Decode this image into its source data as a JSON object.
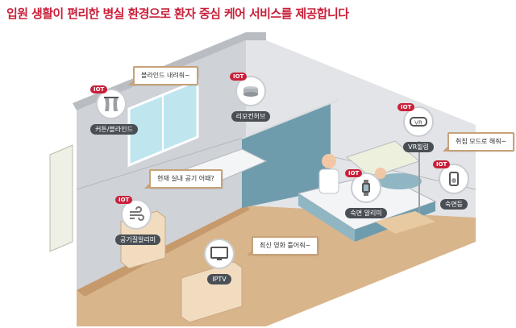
{
  "headline": "입원 생활이 편리한 병실 환경으로 환자 중심 케어 서비스를 제공합니다",
  "colors": {
    "accent": "#c9203a",
    "wall": "#cfd2d6",
    "floor": "#d9b58c",
    "bubble_border": "#c7a278"
  },
  "iot_badge": "IOT",
  "devices": [
    {
      "id": "curtain",
      "label": "커튼/블라인드",
      "icon": "curtain-icon"
    },
    {
      "id": "remocon",
      "label": "리모컨허브",
      "icon": "remote-hub-icon"
    },
    {
      "id": "vr",
      "label": "VR힐링",
      "icon": "vr-headset-icon"
    },
    {
      "id": "sleep",
      "label": "숙면등",
      "icon": "sleep-lamp-icon"
    },
    {
      "id": "alarm",
      "label": "숙면 알리미",
      "icon": "smartwatch-icon"
    },
    {
      "id": "air",
      "label": "공기질알리미",
      "icon": "air-quality-icon"
    },
    {
      "id": "iptv",
      "label": "IPTV",
      "icon": "tv-icon"
    }
  ],
  "bubbles": [
    {
      "id": "blind",
      "text": "블라인드 내려줘~"
    },
    {
      "id": "sleepmode",
      "text": "취침 모드로 해줘~"
    },
    {
      "id": "airq",
      "text": "현재 실내 공기 어때?"
    },
    {
      "id": "movie",
      "text": "최신 영화 틀어줘~"
    }
  ]
}
